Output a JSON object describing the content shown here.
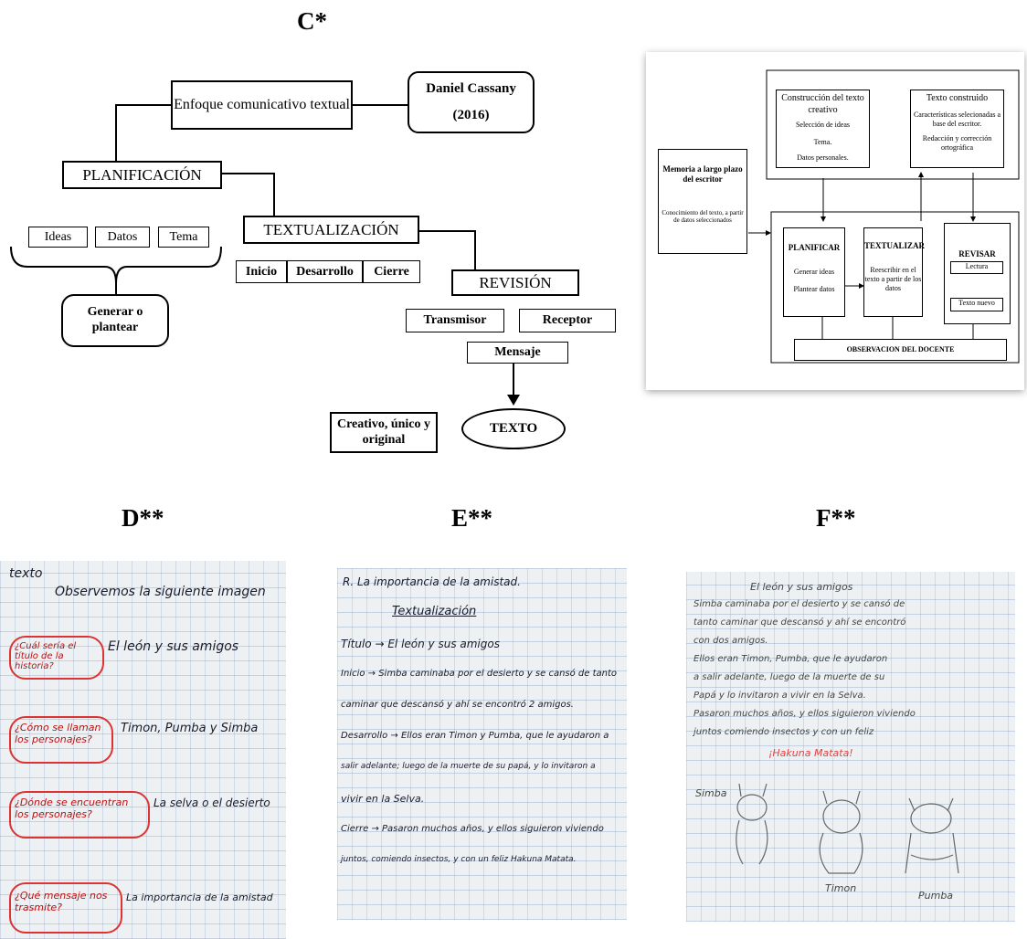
{
  "labels": {
    "c": "C*",
    "d": "D**",
    "e": "E**",
    "f": "F**"
  },
  "diagram_c": {
    "enfoque": "Enfoque comunicativo textual",
    "author": "Daniel Cassany",
    "year": "(2016)",
    "planificacion": "PLANIFICACIÓN",
    "ideas": "Ideas",
    "datos": "Datos",
    "tema": "Tema",
    "generar": "Generar o plantear",
    "textualizacion": "TEXTUALIZACIÓN",
    "inicio": "Inicio",
    "desarrollo": "Desarrollo",
    "cierre": "Cierre",
    "revision": "REVISIÓN",
    "transmisor": "Transmisor",
    "receptor": "Receptor",
    "mensaje": "Mensaje",
    "creativo": "Creativo, único y original",
    "texto": "TEXTO"
  },
  "diagram_right": {
    "construccion_title": "Construcción del texto creativo",
    "construccion_items": [
      "Selección de ideas",
      "Tema.",
      "Datos personales."
    ],
    "construido_title": "Texto construido",
    "construido_items": [
      "Características selecionadas a base del escritor.",
      "Redacción y corrección ortográfica"
    ],
    "memoria_title": "Memoria a largo plazo del escritor",
    "memoria_text": "Conocimiento del texto, a partir de datos seleccionados",
    "planificar_title": "PLANIFICAR",
    "planificar_items": [
      "Generar ideas",
      "Plantear datos"
    ],
    "textualizar_title": "TEXTUALIZAR",
    "textualizar_text": "Reescribir en el texto a partir de los datos",
    "revisar_title": "REVISAR",
    "lectura": "Lectura",
    "texto_nuevo": "Texto nuevo",
    "observacion": "OBSERVACION DEL DOCENTE"
  },
  "photo_d": {
    "lines": [
      "texto",
      "Observemos la siguiente imagen",
      "¿Cuál sería el título de la historia?",
      "El león y sus amigos",
      "¿Cómo se llaman los personajes?",
      "Timon, Pumba y Simba",
      "¿Dónde se encuentran los personajes?",
      "La selva o el desierto",
      "¿Qué mensaje nos trasmite?",
      "La importancia de la amistad"
    ]
  },
  "photo_e": {
    "lines": [
      "R. La importancia de la amistad.",
      "Textualización",
      "Título → El león y sus amigos",
      "Inicio → Simba caminaba por el desierto y se cansó de tanto",
      "caminar que descansó y ahí se encontró 2 amigos.",
      "Desarrollo → Ellos eran Timon y Pumba, que le ayudaron a",
      "salir adelante; luego de la muerte de su papá, y lo invitaron a",
      "vivir en la Selva.",
      "Cierre → Pasaron muchos años, y ellos siguieron viviendo",
      "juntos, comiendo insectos, y con un feliz Hakuna Matata."
    ]
  },
  "photo_f": {
    "lines": [
      "El león y sus amigos",
      "Simba caminaba por el desierto y se cansó de",
      "tanto caminar que descansó y ahí se encontró",
      "con dos amigos.",
      "Ellos eran Timon, Pumba, que le ayudaron",
      "a salir adelante, luego de la muerte de su",
      "Papá y lo invitaron a vivir en la Selva.",
      "Pasaron muchos años, y ellos siguieron viviendo",
      "juntos comiendo insectos y con un feliz",
      "¡Hakuna Matata!"
    ],
    "captions": [
      "Simba",
      "Timon",
      "Pumba"
    ]
  }
}
